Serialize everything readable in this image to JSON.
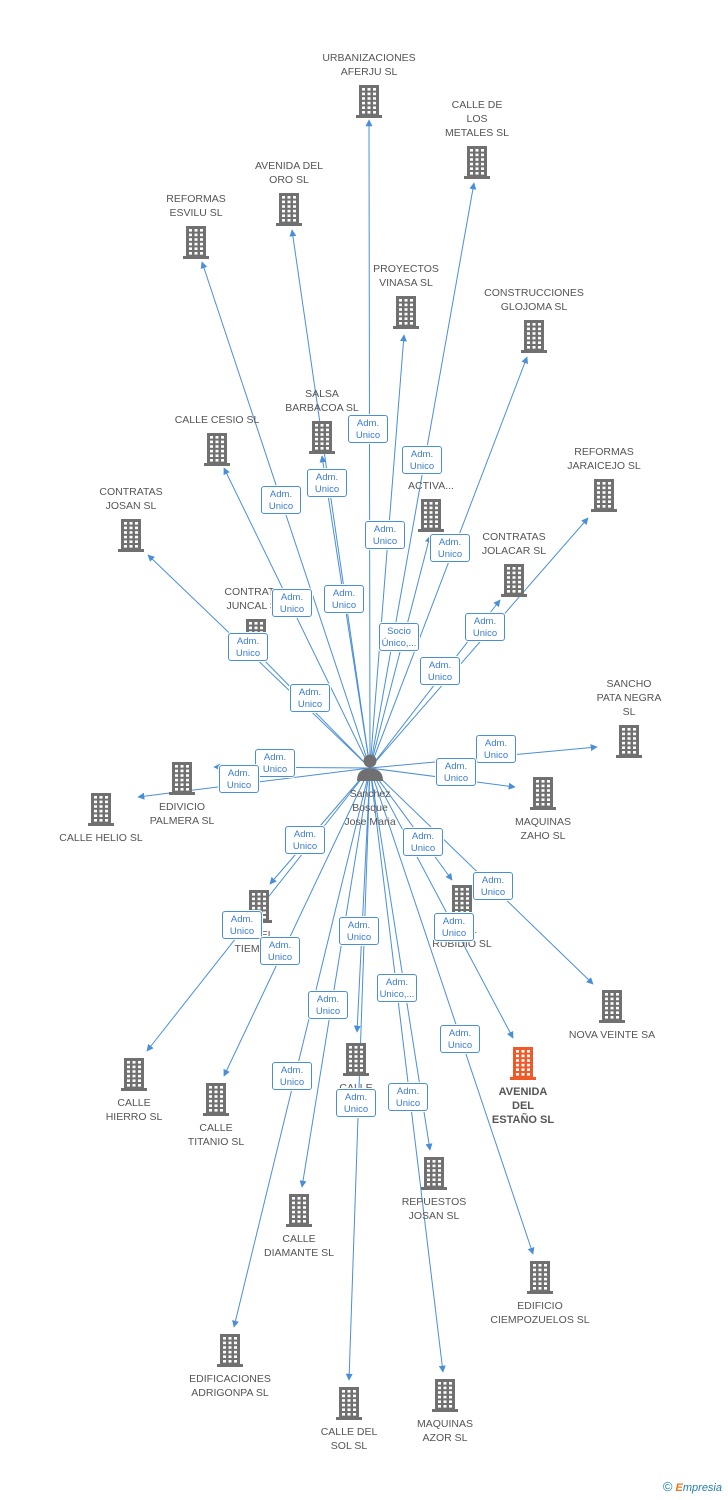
{
  "center": {
    "name": "Sanchez\nBosque\nJose Maria",
    "icon": "person-icon"
  },
  "colors": {
    "edge": "#4a8fd6",
    "building": "#707070",
    "building_highlight": "#f05a28",
    "relation_text": "#3b7ccc"
  },
  "nodes": [
    {
      "id": "urbanizaciones-aferju",
      "label": "URBANIZACIONES\nAFERJU SL",
      "icon": "building-icon"
    },
    {
      "id": "calle-de-los-metales",
      "label": "CALLE DE\nLOS\nMETALES SL",
      "icon": "building-icon"
    },
    {
      "id": "avenida-del-oro",
      "label": "AVENIDA DEL\nORO SL",
      "icon": "building-icon"
    },
    {
      "id": "reformas-esvilu",
      "label": "REFORMAS\nESVILU SL",
      "icon": "building-icon"
    },
    {
      "id": "proyectos-vinasa",
      "label": "PROYECTOS\nVINASA SL",
      "icon": "building-icon"
    },
    {
      "id": "construcciones-glojoma",
      "label": "CONSTRUCCIONES\nGLOJOMA SL",
      "icon": "building-icon"
    },
    {
      "id": "salsa-barbacoa",
      "label": "SALSA\nBARBACOA SL",
      "icon": "building-icon"
    },
    {
      "id": "calle-cesio",
      "label": "CALLE CESIO SL",
      "icon": "building-icon"
    },
    {
      "id": "activa",
      "label": "...S\n...N\nACTIVA...",
      "icon": "building-icon"
    },
    {
      "id": "reformas-jaraicejo",
      "label": "REFORMAS\nJARAICEJO SL",
      "icon": "building-icon"
    },
    {
      "id": "contratas-josan",
      "label": "CONTRATAS\nJOSAN SL",
      "icon": "building-icon"
    },
    {
      "id": "contratas-jolacar",
      "label": "CONTRATAS\nJOLACAR SL",
      "icon": "building-icon"
    },
    {
      "id": "contratas-juncal",
      "label": "CONTRATAS\nJUNCAL S...",
      "icon": "building-icon"
    },
    {
      "id": "sancho-pata-negra",
      "label": "SANCHO\nPATA NEGRA\nSL",
      "icon": "building-icon"
    },
    {
      "id": "edivicio-palmera",
      "label": "EDIVICIO\nPALMERA SL",
      "icon": "building-icon"
    },
    {
      "id": "calle-helio",
      "label": "CALLE HELIO SL",
      "icon": "building-icon"
    },
    {
      "id": "maquinas-zaho",
      "label": "MAQUINAS\nZAHO SL",
      "icon": "building-icon"
    },
    {
      "id": "tiempo",
      "label": "...DEL\nTIEMPO...",
      "icon": "building-icon"
    },
    {
      "id": "rubidio",
      "label": "...DEL\nRUBIDIO SL",
      "icon": "building-icon"
    },
    {
      "id": "nova-veinte",
      "label": "NOVA VEINTE SA",
      "icon": "building-icon"
    },
    {
      "id": "calle-hierro",
      "label": "CALLE\nHIERRO SL",
      "icon": "building-icon"
    },
    {
      "id": "calle-titanio",
      "label": "CALLE\nTITANIO SL",
      "icon": "building-icon"
    },
    {
      "id": "calle-c",
      "label": "CALLE\nC...",
      "icon": "building-icon"
    },
    {
      "id": "avenida-del-estano",
      "label": "AVENIDA\nDEL\nESTAÑO SL",
      "icon": "building-icon",
      "highlight": true
    },
    {
      "id": "repuestos-josan",
      "label": "REPUESTOS\nJOSAN SL",
      "icon": "building-icon"
    },
    {
      "id": "calle-diamante",
      "label": "CALLE\nDIAMANTE SL",
      "icon": "building-icon"
    },
    {
      "id": "edificio-ciempozuelos",
      "label": "EDIFICIO\nCIEMPOZUELOS SL",
      "icon": "building-icon"
    },
    {
      "id": "edificaciones-adrigonpa",
      "label": "EDIFICACIONES\nADRIGONPA SL",
      "icon": "building-icon"
    },
    {
      "id": "calle-del-sol",
      "label": "CALLE DEL\nSOL SL",
      "icon": "building-icon"
    },
    {
      "id": "maquinas-azor",
      "label": "MAQUINAS\nAZOR SL",
      "icon": "building-icon"
    }
  ],
  "relations": [
    {
      "target": "urbanizaciones-aferju",
      "label": "Adm.\nUnico"
    },
    {
      "target": "calle-de-los-metales",
      "label": "Adm.\nUnico"
    },
    {
      "target": "avenida-del-oro",
      "label": "Adm.\nUnico"
    },
    {
      "target": "reformas-esvilu",
      "label": "Adm.\nUnico"
    },
    {
      "target": "proyectos-vinasa",
      "label": "Adm.\nUnico"
    },
    {
      "target": "construcciones-glojoma",
      "label": "Adm.\nUnico"
    },
    {
      "target": "salsa-barbacoa",
      "label": "Adm.\nUnico"
    },
    {
      "target": "calle-cesio",
      "label": "Adm.\nUnico"
    },
    {
      "target": "activa",
      "label": "Socio\nÚnico,..."
    },
    {
      "target": "reformas-jaraicejo",
      "label": "Adm.\nUnico"
    },
    {
      "target": "contratas-josan",
      "label": "Adm.\nUnico"
    },
    {
      "target": "contratas-jolacar",
      "label": "Adm.\nUnico"
    },
    {
      "target": "contratas-juncal",
      "label": "Adm.\nUnico"
    },
    {
      "target": "sancho-pata-negra",
      "label": "Adm.\nUnico"
    },
    {
      "target": "edivicio-palmera",
      "label": "Adm.\nUnico"
    },
    {
      "target": "calle-helio",
      "label": "Adm.\nUnico"
    },
    {
      "target": "maquinas-zaho",
      "label": "Adm.\nUnico"
    },
    {
      "target": "tiempo",
      "label": "Adm.\nUnico"
    },
    {
      "target": "rubidio",
      "label": "Adm.\nUnico"
    },
    {
      "target": "nova-veinte",
      "label": "Adm.\nUnico"
    },
    {
      "target": "calle-hierro",
      "label": "Adm.\nUnico"
    },
    {
      "target": "calle-titanio",
      "label": "Adm.\nUnico"
    },
    {
      "target": "calle-c",
      "label": "Adm.\nUnico"
    },
    {
      "target": "avenida-del-estano",
      "label": "Adm.\nUnico"
    },
    {
      "target": "repuestos-josan",
      "label": "Adm.\nUnico,..."
    },
    {
      "target": "calle-diamante",
      "label": "Adm.\nUnico"
    },
    {
      "target": "edificio-ciempozuelos",
      "label": "Adm.\nUnico"
    },
    {
      "target": "edificaciones-adrigonpa",
      "label": "Adm.\nUnico"
    },
    {
      "target": "calle-del-sol",
      "label": "Adm.\nUnico"
    },
    {
      "target": "maquinas-azor",
      "label": "Adm.\nUnico"
    }
  ],
  "brand": {
    "copyright": "©",
    "name_first": "E",
    "name_rest": "mpresia"
  }
}
